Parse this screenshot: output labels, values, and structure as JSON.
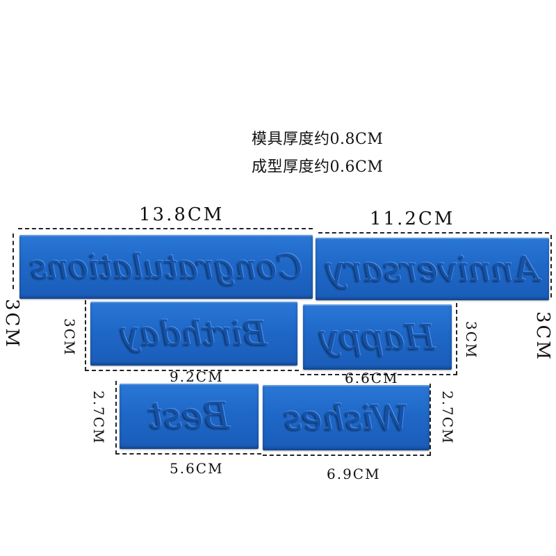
{
  "notes": {
    "mold_thickness": "模具厚度约0.8CM",
    "formed_thickness": "成型厚度约0.6CM"
  },
  "dimensions": {
    "row1_left_width": "13.8CM",
    "row1_right_width": "11.2CM",
    "row1_left_height": "3CM",
    "row1_right_height": "3CM",
    "row2_left_width": "9.2CM",
    "row2_right_width": "6.6CM",
    "row2_left_height": "3CM",
    "row2_right_height": "3CM",
    "row3_left_width": "5.6CM",
    "row3_right_width": "6.9CM",
    "row3_left_height": "2.7CM",
    "row3_right_height": "2.7CM"
  },
  "molds": {
    "congratulations": "Congratulations",
    "anniversary": "Anniversary",
    "birthday": "Birthday",
    "happy": "Happy",
    "best": "Best",
    "wishes": "Wishes"
  },
  "colors": {
    "mold_blue": "#1f68c8",
    "background": "#ffffff"
  }
}
